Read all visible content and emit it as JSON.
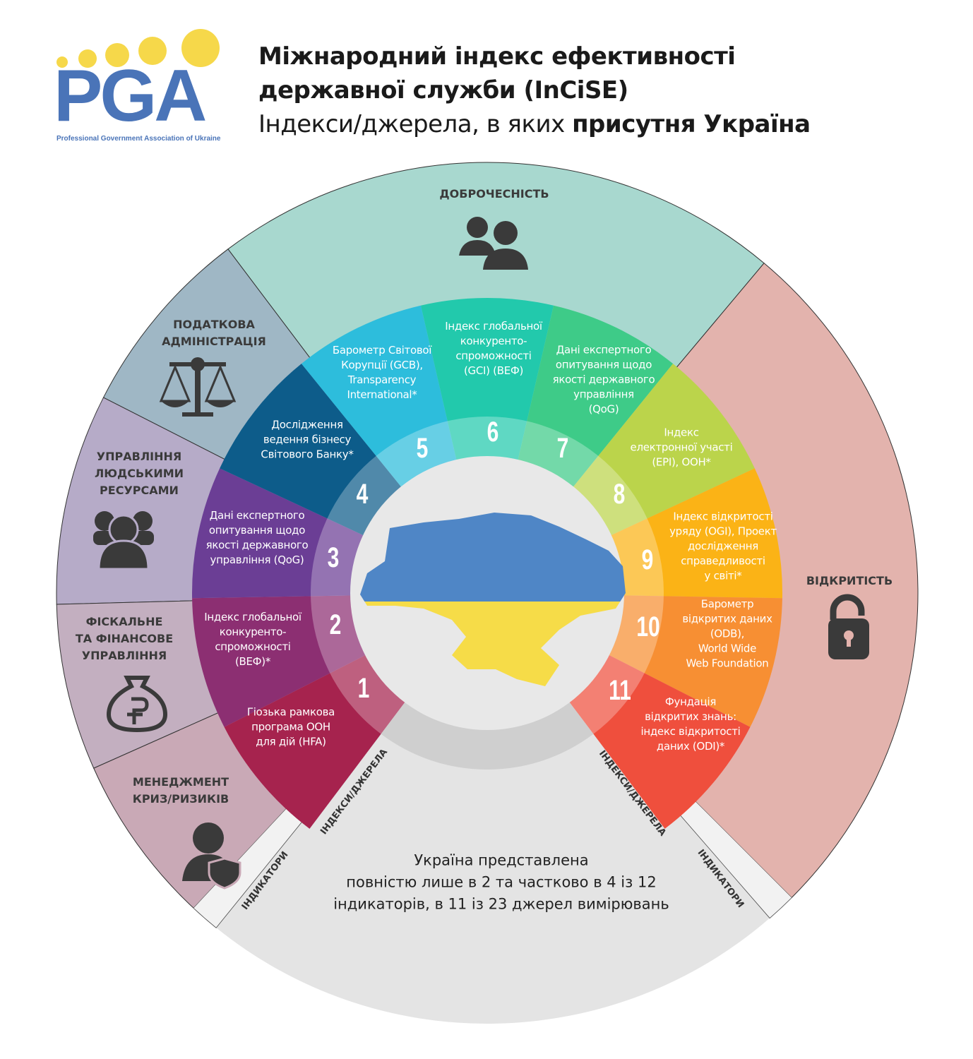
{
  "header": {
    "logo_text": "PGA",
    "logo_subtitle": "Professional Government Association of Ukraine",
    "title_line1": "Міжнародний індекс ефективності",
    "title_line2": "державної служби (InCiSE)",
    "subtitle_regular": "Індекси/джерела, в яких ",
    "subtitle_bold": "присутня Україна"
  },
  "categories": [
    {
      "label": "ДОБРОЧЕСНІСТЬ",
      "icon": "people-icon",
      "color": "#a8d8cf"
    },
    {
      "label": "ПОДАТКОВА\nАДМІНІСТРАЦІЯ",
      "icon": "scales-icon",
      "color": "#9fb7c5"
    },
    {
      "label": "УПРАВЛІННЯ\nЛЮДСЬКИМИ\nРЕСУРСАМИ",
      "icon": "group-icon",
      "color": "#b6abc8"
    },
    {
      "label": "ФІСКАЛЬНЕ\nТА ФІНАНСОВЕ\nУПРАВЛІННЯ",
      "icon": "money-bag-icon",
      "color": "#c3afc0"
    },
    {
      "label": "МЕНЕДЖМЕНТ\nКРИЗ/РИЗИКІВ",
      "icon": "manager-shield-icon",
      "color": "#c9a9b6"
    },
    {
      "label": "ВІДКРИТІСТЬ",
      "icon": "unlocked-padlock-icon",
      "color": "#e3b3ad"
    }
  ],
  "segments": [
    {
      "num": "1",
      "text": "Гіозька рамкова\nпрограма ООН\nдля дій (HFA)",
      "color": "#a6234e"
    },
    {
      "num": "2",
      "text": "Індекс глобальної\nконкуренто-\nспроможності\n(ВЕФ)*",
      "color": "#8c2f72"
    },
    {
      "num": "3",
      "text": "Дані експертного\nопитування щодо\nякості державного\nуправління (QoG)",
      "color": "#6b3e95"
    },
    {
      "num": "4",
      "text": "Дослідження\nведення бізнесу\nСвітового Банку*",
      "color": "#0d5c8a"
    },
    {
      "num": "5",
      "text": "Барометр Світової\nКорупції (GCB),\nTransparency\nInternational*",
      "color": "#2dbddc"
    },
    {
      "num": "6",
      "text": "Індекс глобальної\nконкуренто-\nспроможності\n(GCI) (ВЕФ)",
      "color": "#22c9ac"
    },
    {
      "num": "7",
      "text": "Дані експертного\nопитування щодо\nякості державного\nуправління\n(QoG)",
      "color": "#3ecb88"
    },
    {
      "num": "8",
      "text": "Індекс\nелектронної участі\n(EPI), ООН*",
      "color": "#bbd44b"
    },
    {
      "num": "9",
      "text": "Індекс відкритості\nуряду (OGI), Проект\nдослідження\nсправедливості\nу світі*",
      "color": "#fbb316"
    },
    {
      "num": "10",
      "text": "Барометр\nвідкритих даних\n(ODB),\nWorld Wide\nWeb Foundation",
      "color": "#f78f33"
    },
    {
      "num": "11",
      "text": "Фундація\nвідкритих знань:\nіндекс відкритості\nданих  (ODI)*",
      "color": "#ef4f3d"
    }
  ],
  "labels": {
    "indices_sources": "ІНДЕКСИ/ДЖЕРЕЛА",
    "indicators": "ІНДИКАТОРИ"
  },
  "summary": "Україна представлена\nповністю лише в 2 та частково в 4 із 12\nіндикаторів, в 11 із 23 джерел вимірювань",
  "colors": {
    "map_blue": "#4f86c6",
    "map_yellow": "#f6dc48",
    "logo_blue": "#4a74b8",
    "logo_yellow": "#f6d84a"
  }
}
